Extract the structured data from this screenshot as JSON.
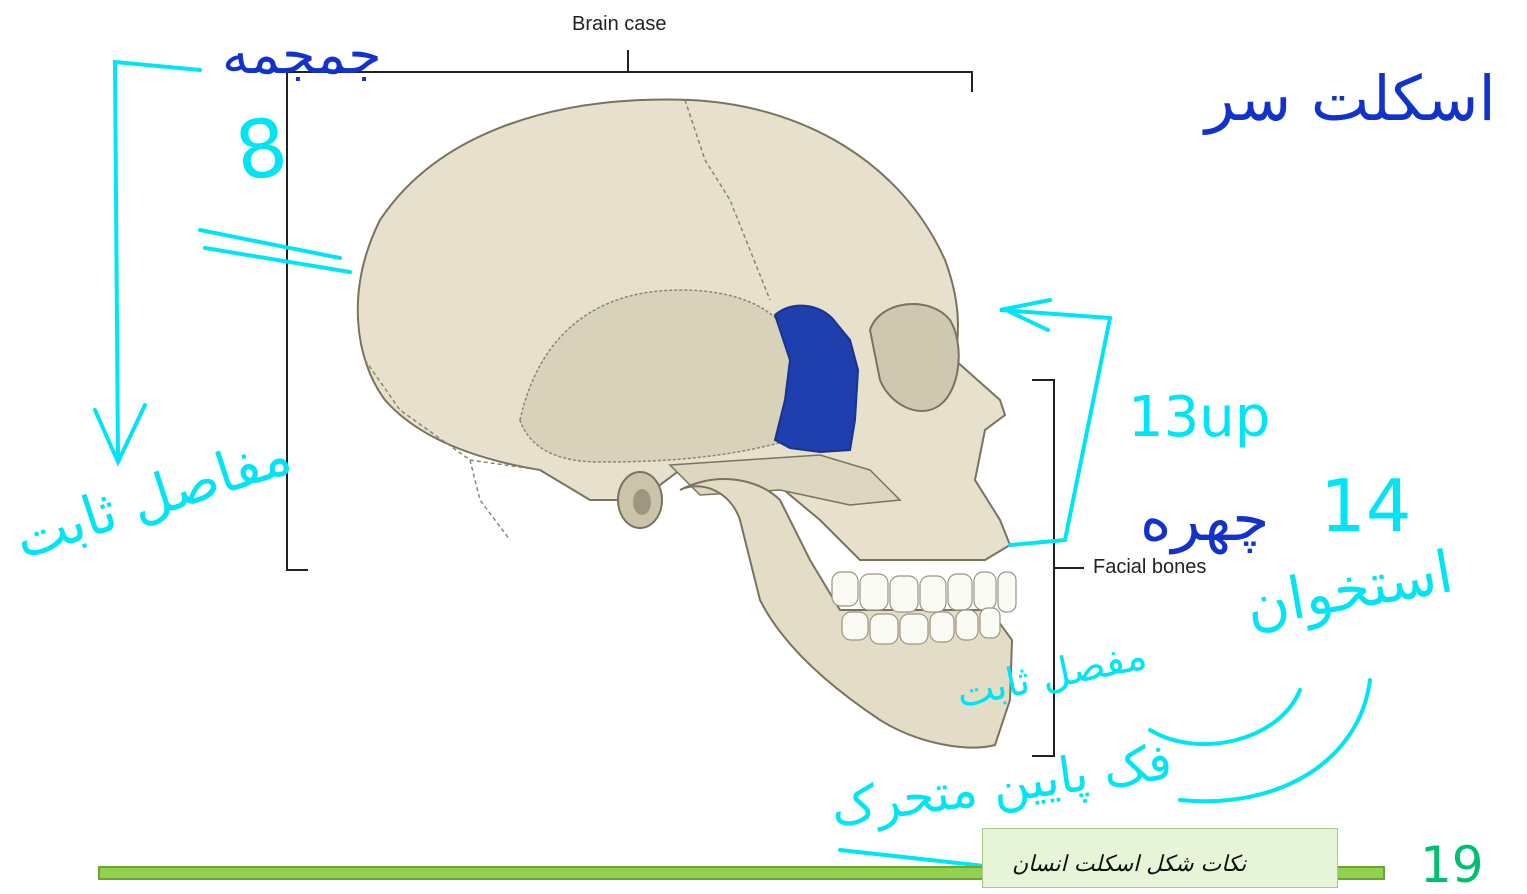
{
  "diagram": {
    "labels": {
      "brain_case": "Brain case",
      "facial_bones": "Facial bones"
    },
    "highlight_color": "#1f3fae",
    "bone_color": "#e6e0cc"
  },
  "annotations": {
    "skull_skeleton": "اسکلت سر",
    "skull_count_word": "جمجمه",
    "skull_count_number": "8",
    "immovable_joint": "مفاصل ثابت",
    "up_count": "13up",
    "face_word": "چهره",
    "face_count": "14",
    "bone_word": "استخوان",
    "fixed_joint": "مفصل ثابت",
    "movable_jaw": "فک پایین متحرک",
    "ink_colors": {
      "cyan": "#00e5f5",
      "blue": "#1133cc"
    }
  },
  "slide": {
    "caption": "نکات شکل اسکلت انسان",
    "page_number": "19",
    "bar_color": "#92d050"
  }
}
